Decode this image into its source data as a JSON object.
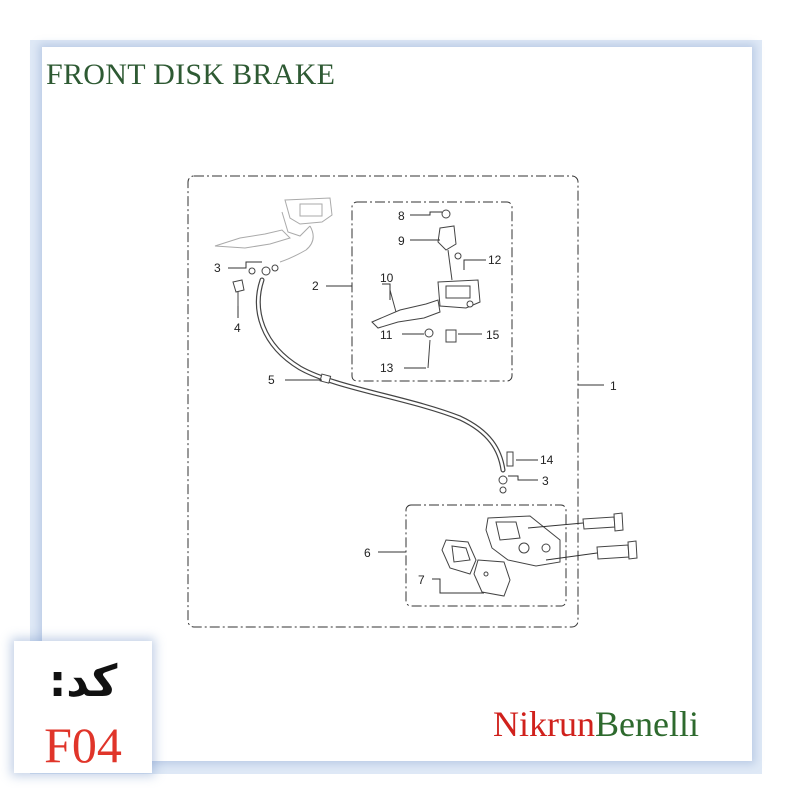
{
  "title": "FRONT DISK BRAKE",
  "code": {
    "label": "کد:",
    "value": "F04"
  },
  "brand": {
    "part1": "Nikrun",
    "part2": "Benelli"
  },
  "colors": {
    "title": "#2e5a33",
    "code_value": "#e0352a",
    "brand_part1": "#d0211c",
    "brand_part2": "#2e6a2e",
    "frame_glow": "#dfe9f6"
  },
  "callouts": {
    "c1": "1",
    "c2": "2",
    "c3a": "3",
    "c3b": "3",
    "c4": "4",
    "c5": "5",
    "c6": "6",
    "c7": "7",
    "c8": "8",
    "c9": "9",
    "c10": "10",
    "c11": "11",
    "c12": "12",
    "c13": "13",
    "c14": "14",
    "c15": "15"
  }
}
